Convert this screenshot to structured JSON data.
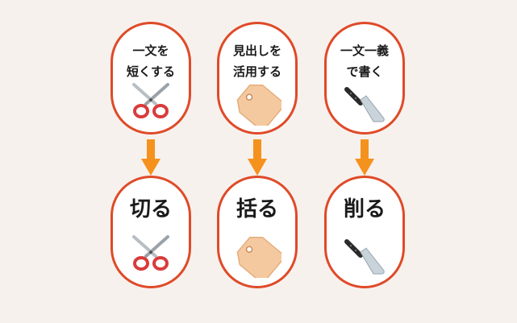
{
  "columns": [
    {
      "top": {
        "line1": "一文を",
        "line2": "短くする",
        "icon": "scissors-icon"
      },
      "bottom": {
        "label": "切る",
        "icon": "scissors-icon"
      }
    },
    {
      "top": {
        "line1": "見出しを",
        "line2": "活用する",
        "icon": "tag-icon"
      },
      "bottom": {
        "label": "括る",
        "icon": "tag-icon"
      }
    },
    {
      "top": {
        "line1": "一文一義",
        "line2": "で書く",
        "icon": "knife-icon"
      },
      "bottom": {
        "label": "削る",
        "icon": "knife-icon"
      }
    }
  ],
  "colors": {
    "background": "#f7f1ed",
    "border": "#df4a28",
    "arrow": "#f5921e",
    "tag": "#f5c9a0",
    "scissors": "#d93b3b"
  }
}
